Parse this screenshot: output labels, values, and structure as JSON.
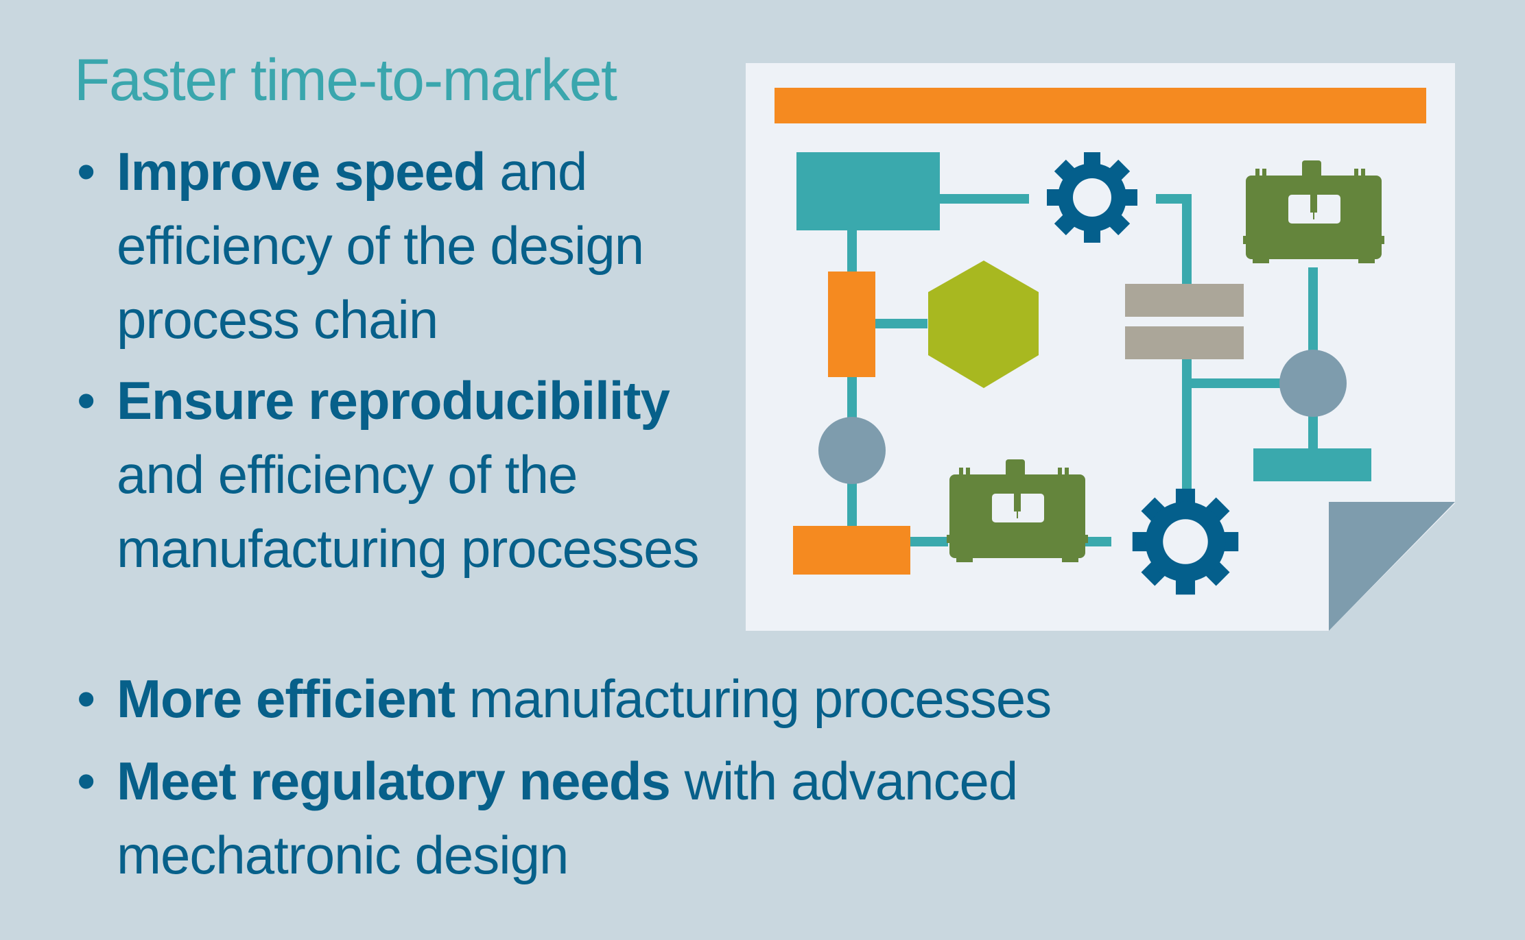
{
  "title": "Faster time-to-market",
  "bullets": [
    {
      "bold": "Improve speed",
      "rest": " and efficiency of the design process chain"
    },
    {
      "bold": "Ensure reproducibility",
      "rest": " and efficiency of the manufacturing processes"
    },
    {
      "bold": "More efficient",
      "rest": " manufacturing processes"
    },
    {
      "bold": "Meet regulatory needs",
      "rest": " with advanced mechatronic design"
    }
  ],
  "colors": {
    "background": "#c9d7df",
    "title": "#3aa6ad",
    "text": "#07608a",
    "orange": "#f58a20",
    "teal": "#3aa9ad",
    "navy": "#045f8c",
    "green": "#64853c",
    "lime": "#a8b820",
    "gray_circle": "#7e9cad",
    "taupe": "#aba699",
    "sheet": "#eef2f7"
  },
  "icons": [
    "gear-icon",
    "machine-icon",
    "hexagon-icon",
    "circle-node-icon",
    "page-curl-icon"
  ]
}
